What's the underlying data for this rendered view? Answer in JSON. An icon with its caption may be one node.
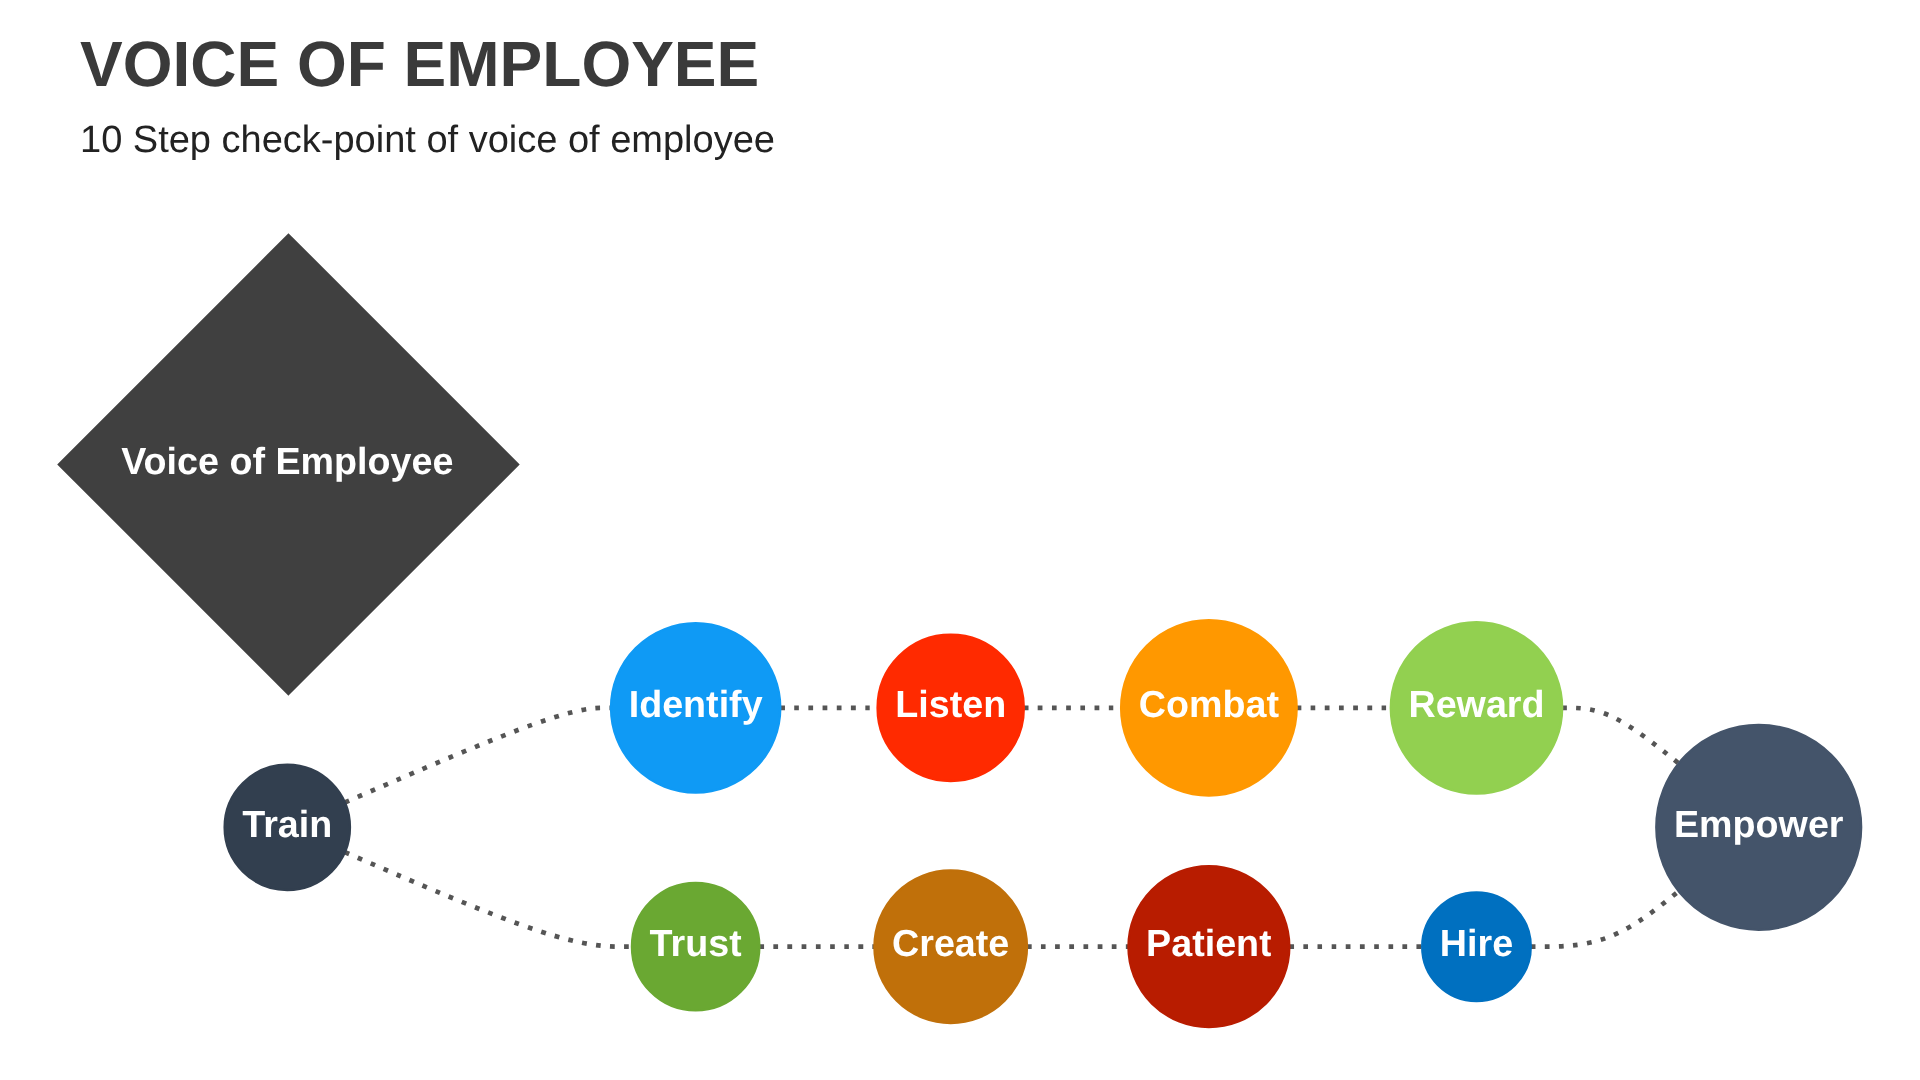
{
  "diagram": {
    "title": "VOICE OF EMPLOYEE",
    "nodes": [
      {
        "text": [
          "Voice of Employee"
        ]
      },
      {
        "text": [
          "Identify"
        ]
      },
      {
        "text": [
          "Listen"
        ]
      },
      {
        "text": [
          "Combat"
        ]
      },
      {
        "text": [
          "Reward"
        ]
      },
      {
        "text": [
          "Empower"
        ]
      },
      {
        "text": [
          "Hire"
        ]
      },
      {
        "text": [
          "Patient"
        ]
      },
      {
        "text": [
          "Create"
        ]
      },
      {
        "text": [
          "Trust"
        ]
      },
      {
        "text": [
          "Train"
        ]
      }
    ],
    "edges": [
      {
        "from": 10,
        "to": 1,
        "arrow": "none",
        "style": "dashed"
      },
      {
        "from": 1,
        "to": 2,
        "arrow": "none",
        "style": "dashed"
      },
      {
        "from": 2,
        "to": 3,
        "arrow": "none",
        "style": "dashed"
      },
      {
        "from": 3,
        "to": 4,
        "arrow": "none",
        "style": "dashed"
      },
      {
        "from": 4,
        "to": 5,
        "arrow": "none",
        "style": "dashed"
      },
      {
        "from": 10,
        "to": 9,
        "arrow": "none",
        "style": "dashed"
      },
      {
        "from": 9,
        "to": 8,
        "arrow": "none",
        "style": "dashed"
      },
      {
        "from": 8,
        "to": 7,
        "arrow": "none",
        "style": "dashed"
      },
      {
        "from": 7,
        "to": 6,
        "arrow": "none",
        "style": "dashed"
      },
      {
        "from": 6,
        "to": 5,
        "arrow": "none",
        "style": "dashed"
      }
    ],
    "labels": [
      "10 Step check-point of voice of employee"
    ]
  }
}
